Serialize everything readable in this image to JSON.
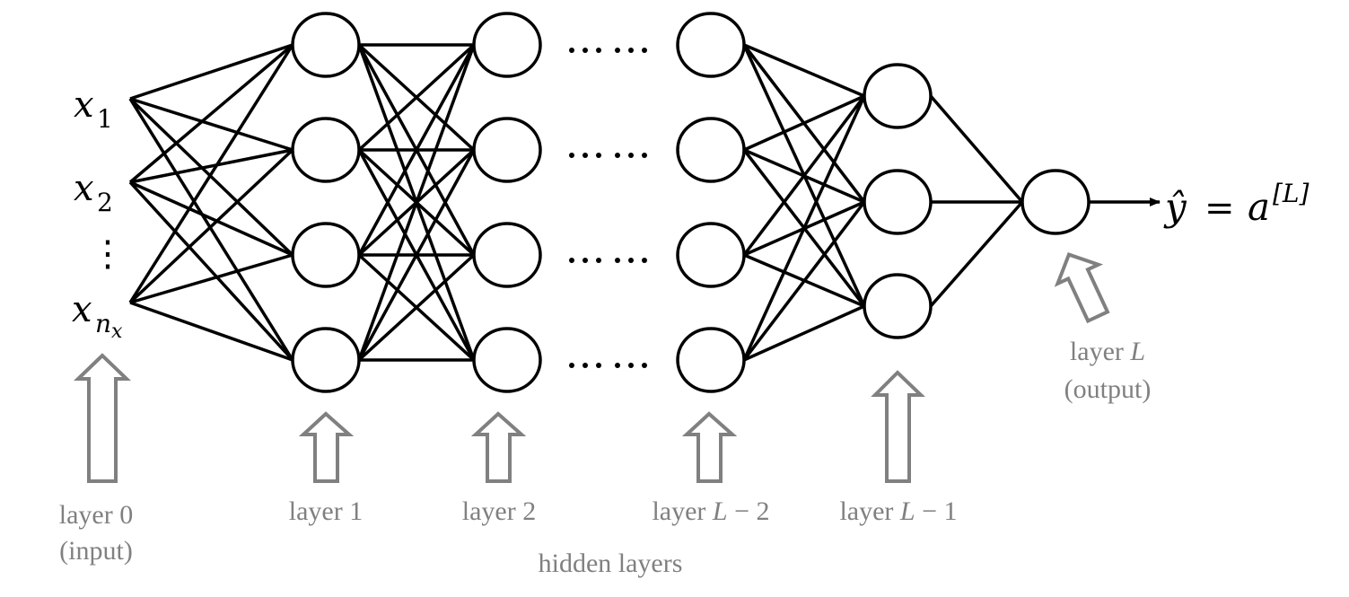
{
  "title": "Deep neural network with L layers",
  "colors": {
    "line": "#000000",
    "node_fill": "#ffffff",
    "annotation": "#808080"
  },
  "inputs": [
    {
      "base": "x",
      "sub": "1"
    },
    {
      "base": "x",
      "sub": "2"
    },
    {
      "base": "x",
      "sub": "n",
      "subsub": "x"
    }
  ],
  "input_ellipsis": "⋮",
  "layers": [
    {
      "id": "layer-1",
      "label": "layer 1",
      "nodes": 4
    },
    {
      "id": "layer-2",
      "label": "layer 2",
      "nodes": 4
    },
    {
      "id": "layer-l-minus-2",
      "label_prefix": "layer ",
      "label_var": "L",
      "label_suffix": " − 2",
      "nodes": 4
    },
    {
      "id": "layer-l-minus-1",
      "label_prefix": "layer ",
      "label_var": "L",
      "label_suffix": " − 1",
      "nodes": 3
    },
    {
      "id": "layer-l",
      "label_prefix": "layer ",
      "label_var": "L",
      "label_line2": "(output)",
      "nodes": 1
    }
  ],
  "input_layer": {
    "label_line1": "layer 0",
    "label_line2": "(input)"
  },
  "gap_dots": "……",
  "output": {
    "yhat": "ŷ",
    "equals": "=",
    "a": "a",
    "superscript": "[L]"
  },
  "hidden_layers_label": "hidden layers"
}
